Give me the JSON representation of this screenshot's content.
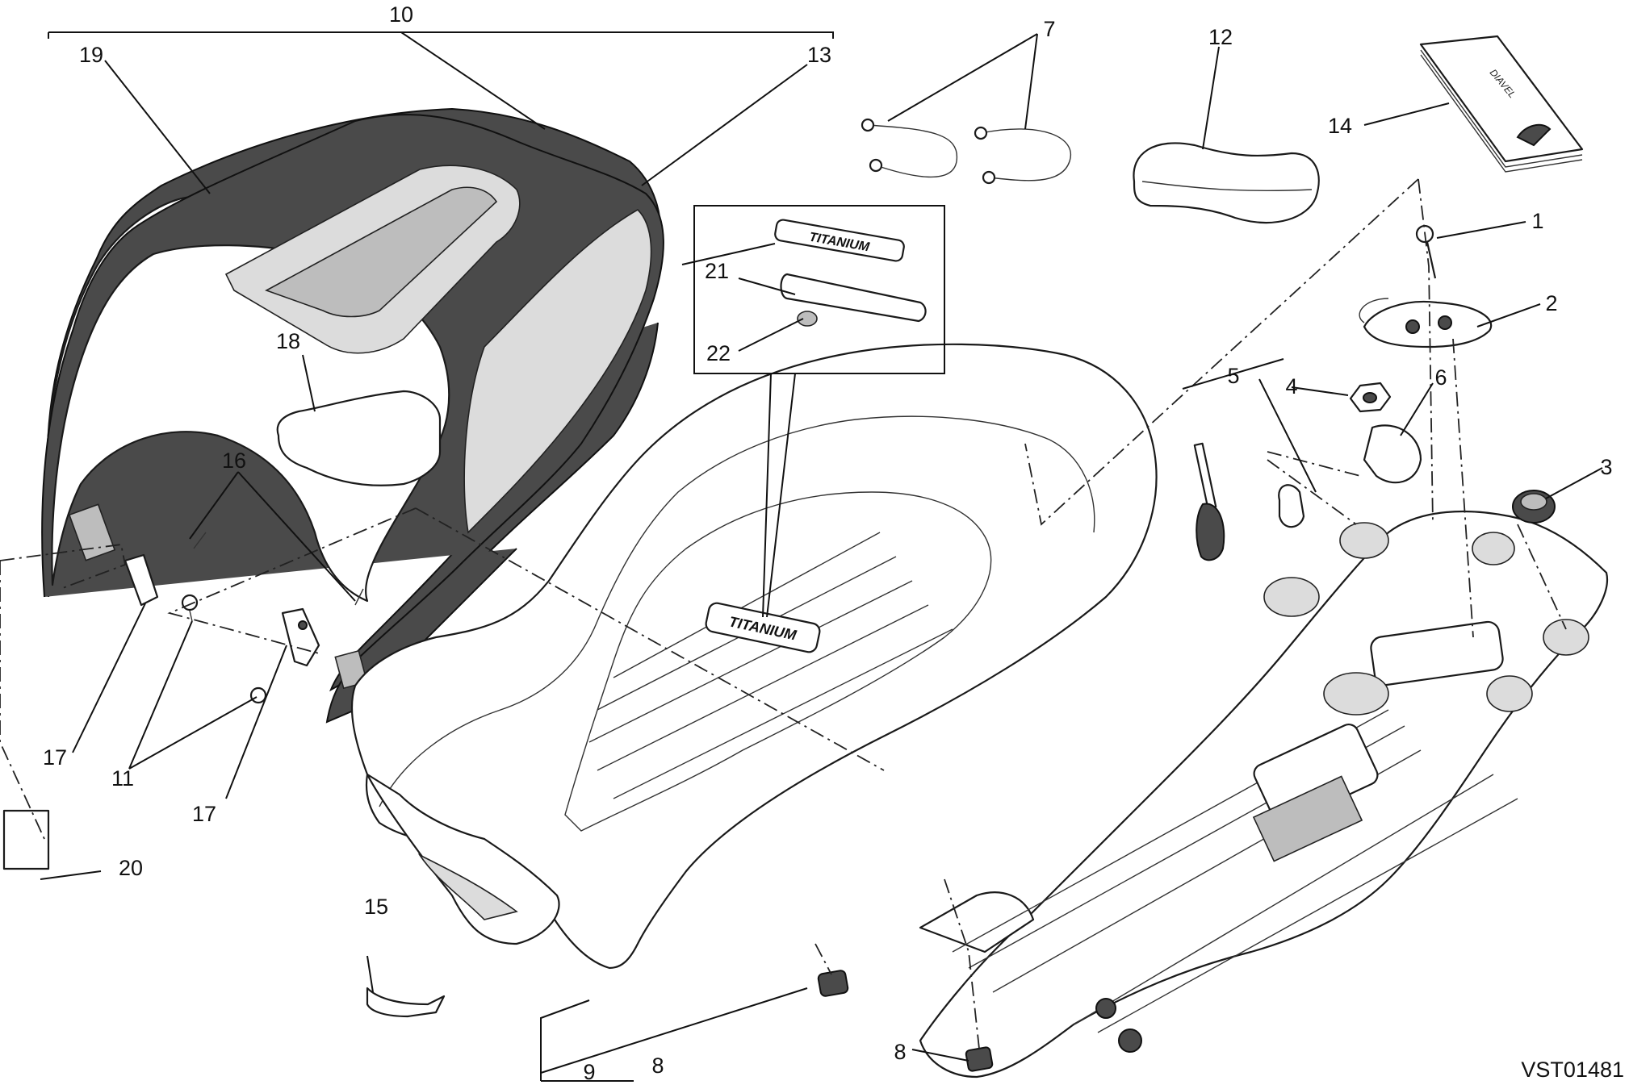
{
  "diagram": {
    "drawing_code": "VST01481",
    "badge_text": "TITANIUM",
    "manual_cover_text": "DIAVEL",
    "callouts": {
      "c1": "1",
      "c2": "2",
      "c3": "3",
      "c4": "4",
      "c5": "5",
      "c6": "6",
      "c7": "7",
      "c8a": "8",
      "c8b": "8",
      "c9": "9",
      "c10": "10",
      "c11": "11",
      "c12": "12",
      "c13": "13",
      "c14": "14",
      "c15": "15",
      "c16": "16",
      "c17a": "17",
      "c17b": "17",
      "c18": "18",
      "c19": "19",
      "c20": "20",
      "c21": "21",
      "c22": "22"
    }
  }
}
